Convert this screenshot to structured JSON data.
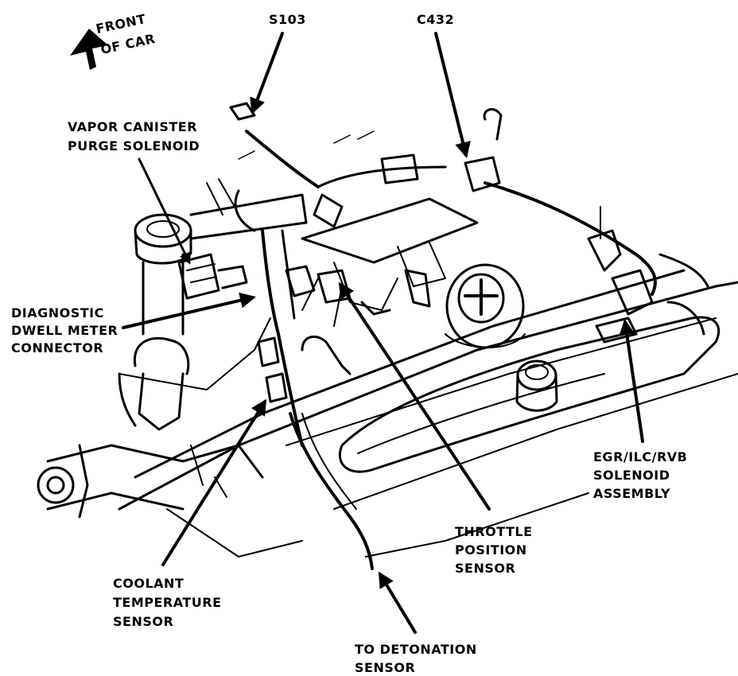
{
  "title": "",
  "orientation": {
    "line1": "FRONT",
    "line2": "OF CAR"
  },
  "labels": {
    "s103": "S103",
    "c432": "C432",
    "vapor_canister_line1": "VAPOR CANISTER",
    "vapor_canister_line2": "PURGE SOLENOID",
    "diagnostic_line1": "DIAGNOSTIC",
    "diagnostic_line2": "DWELL METER",
    "diagnostic_line3": "CONNECTOR",
    "egr_line1": "EGR/ILC/RVB",
    "egr_line2": "SOLENOID",
    "egr_line3": "ASSEMBLY",
    "throttle_line1": "THROTTLE",
    "throttle_line2": "POSITION",
    "throttle_line3": "SENSOR",
    "coolant_line1": "COOLANT",
    "coolant_line2": "TEMPERATURE",
    "coolant_line3": "SENSOR",
    "detonation_line1": "TO DETONATION",
    "detonation_line2": "SENSOR"
  },
  "colors": {
    "ink": "#000000",
    "paper": "#ffffff"
  }
}
